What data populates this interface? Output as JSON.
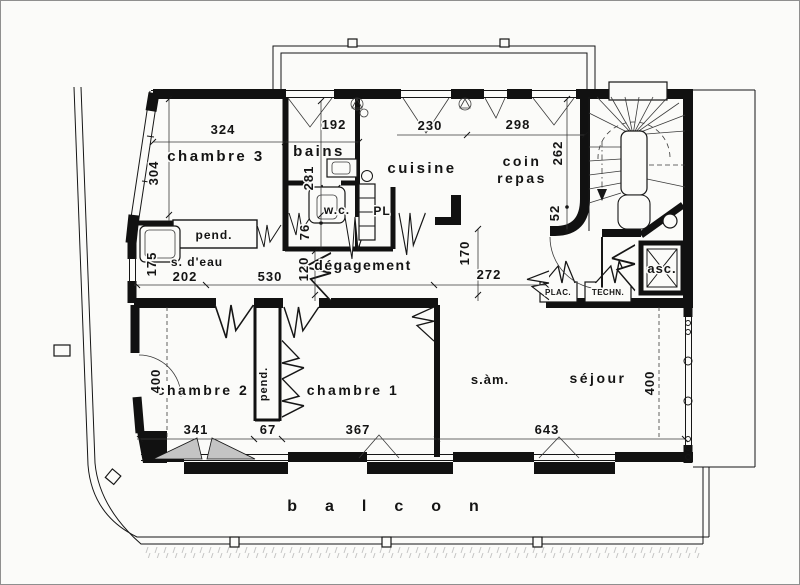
{
  "plan_type": "floor-plan",
  "palette": {
    "ink": "#141414",
    "paper": "#fbfbf9",
    "shutter_fill": "#c4c4c4"
  },
  "labels": {
    "chambre3": "chambre 3",
    "bains": "bains",
    "cuisine": "cuisine",
    "coin": "coin",
    "repas": "repas",
    "pend_haut": "pend.",
    "s_deau": "s. d'eau",
    "wc": "w.c.",
    "pl": "PL",
    "degagement": "dégagement",
    "plac": "PLAC.",
    "techn": "TECHN.",
    "asc": "asc.",
    "chambre2": "chambre 2",
    "pend_bas": "pend.",
    "chambre1": "chambre 1",
    "sam": "s.àm.",
    "sejour": "séjour",
    "balcon": "balcon"
  },
  "dimensions": {
    "chambre3_largeur": "324",
    "bains_largeur": "192",
    "cuisine_largeur": "230",
    "coin_repas_largeur": "298",
    "chambre3_hauteur": "304",
    "bains_hauteur": "281",
    "wc_hauteur": "76",
    "coin_repas_hauteur": "262",
    "coin_repas_retrait": "52",
    "s_deau_hauteur": "175",
    "s_deau_largeur": "202",
    "degagement_longueur": "530",
    "degagement_largeur": "120",
    "passage_hauteur": "170",
    "passage_largeur": "272",
    "chambre2_hauteur": "400",
    "chambre2_largeur": "341",
    "pend_largeur": "67",
    "chambre1_largeur": "367",
    "sejour_largeur": "643",
    "sejour_hauteur": "400"
  }
}
